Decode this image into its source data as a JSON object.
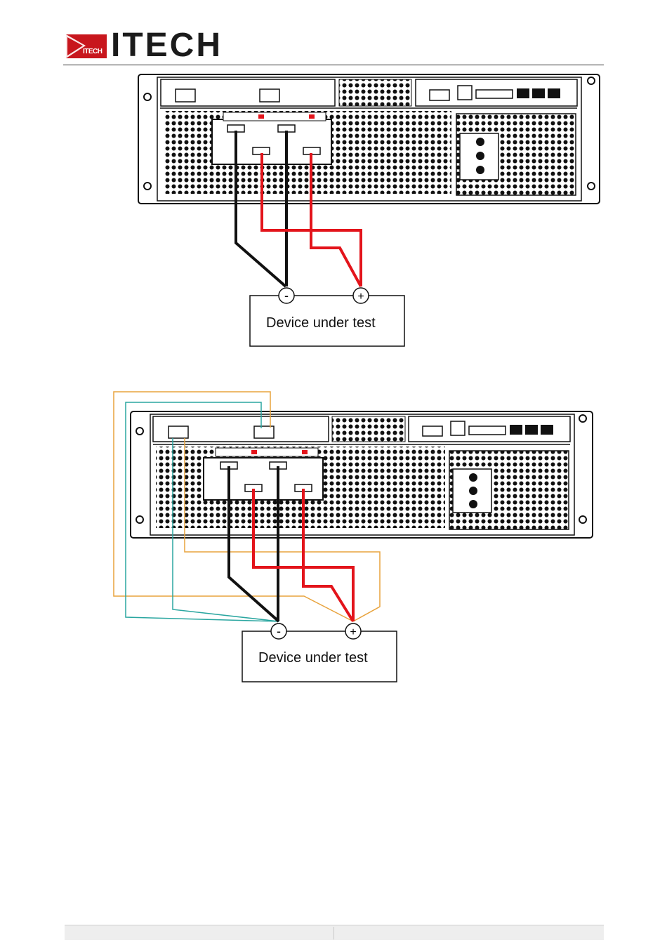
{
  "header": {
    "logo_small_text": "ITECH",
    "logo_text": "ITECH"
  },
  "figure1": {
    "device_label": "Device under test",
    "minus_symbol": "-",
    "plus_symbol": "+"
  },
  "figure2": {
    "device_label": "Device under test",
    "minus_symbol": "-",
    "plus_symbol": "+"
  },
  "colors": {
    "positive_wire": "#e3141b",
    "negative_wire": "#111111",
    "sense_wire_orange": "#e8a33d",
    "sense_wire_teal": "#2aa6a0",
    "logo_red": "#c8161d"
  }
}
